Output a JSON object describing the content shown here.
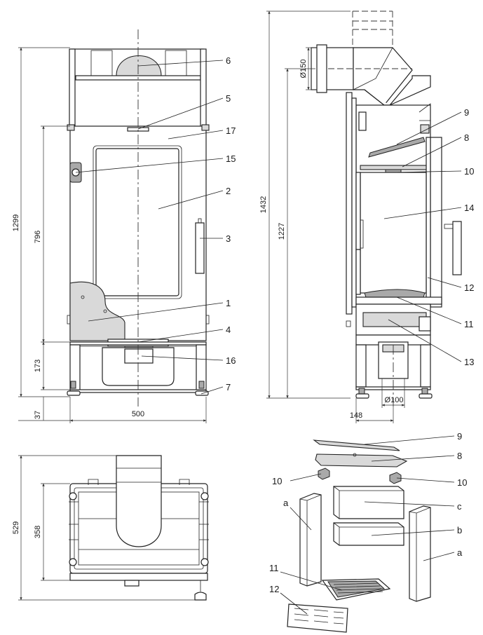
{
  "views": {
    "front": {
      "dimensions": {
        "total_height": "1299",
        "door_height": "796",
        "base_height": "173",
        "foot_height": "37",
        "width": "500"
      },
      "parts": [
        "6",
        "5",
        "17",
        "15",
        "2",
        "3",
        "1",
        "4",
        "16",
        "7"
      ]
    },
    "side": {
      "dimensions": {
        "total_height": "1432",
        "outlet_height": "1227",
        "flue_diameter": "Ø150",
        "inlet_diameter": "Ø100",
        "inlet_offset": "148"
      },
      "parts": [
        "9",
        "8",
        "10",
        "14",
        "12",
        "11",
        "13"
      ]
    },
    "top": {
      "dimensions": {
        "depth": "529",
        "inner_depth": "358"
      }
    },
    "exploded": {
      "parts": [
        "9",
        "8",
        "10",
        "10",
        "a",
        "c",
        "b",
        "a",
        "11",
        "12"
      ]
    }
  }
}
